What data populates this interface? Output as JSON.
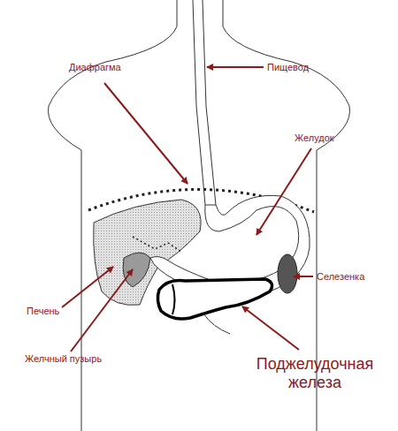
{
  "diagram": {
    "labels": [
      "Диафрагма",
      "Пищевод",
      "Желудок",
      "Селезенка",
      "Печень",
      "Желчный пузырь",
      "Поджелудочная железа"
    ]
  }
}
